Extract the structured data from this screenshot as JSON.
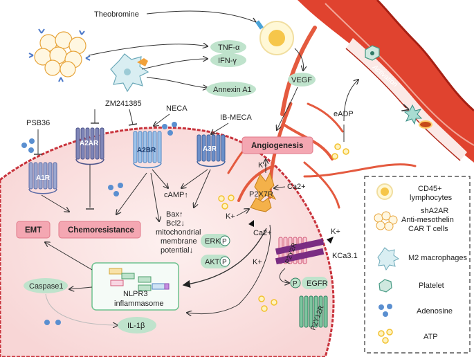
{
  "labels": {
    "theobromine": "Theobromine",
    "tnf": "TNF-α",
    "ifn": "IFN-γ",
    "annexin": "Annexin A1",
    "vegf": "VEGF",
    "zm": "ZM241385",
    "neca": "NECA",
    "psb": "PSB36",
    "ibmeca": "IB-MECA",
    "a1r": "A1R",
    "a2ar": "A2AR",
    "a2br": "A2BR",
    "a3r": "A3R",
    "angiogenesis": "Angiogenesis",
    "eadp": "eADP",
    "activation": "Activation",
    "camp": "cAMP↑",
    "bax": "Bax↑",
    "bcl2": "Bcl2↓",
    "mito1": "mitochondrial",
    "mito2": "membrane",
    "mito3": "potential↓",
    "emt": "EMT",
    "chemo": "Chemoresistance",
    "erk": "ERK",
    "akt": "AKT",
    "p": "P",
    "p2x7r": "P2X7R",
    "kplus": "K+",
    "ca2": "Ca2+",
    "p2y2r": "P2Y2R",
    "kca": "KCa3.1",
    "egfr": "EGFR",
    "p2y12r": "P2Y12R",
    "caspase": "Caspase1",
    "nlrp3_1": "NLPR3",
    "nlrp3_2": "inflammasome",
    "il1b": "IL-1β"
  },
  "legend": [
    {
      "name": "CD45+ lymphocytes",
      "lines": [
        "CD45+",
        "lymphocytes"
      ],
      "icon": "lymphocyte-icon"
    },
    {
      "name": "shA2AR CAR T cells",
      "lines": [
        "shA2AR",
        "Anti-mesothelin",
        "CAR T cells"
      ],
      "icon": "car-t-cell-icon"
    },
    {
      "name": "M2 macrophages",
      "lines": [
        "M2 macrophages"
      ],
      "icon": "macrophage-icon"
    },
    {
      "name": "Platelet",
      "lines": [
        "Platelet"
      ],
      "icon": "platelet-icon"
    },
    {
      "name": "Adenosine",
      "lines": [
        "Adenosine"
      ],
      "icon": "adenosine-icon"
    },
    {
      "name": "ATP",
      "lines": [
        "ATP"
      ],
      "icon": "atp-icon"
    }
  ],
  "colors": {
    "oval_green": "#bfe3cc",
    "pink_box": "#f4a7b2",
    "cell": "#fbe3e2",
    "membrane": "#c8323b",
    "vessel": "#e0432f",
    "receptor_blue": "#7aa3d6",
    "receptor_dark": "#7f85b7",
    "receptor_pink": "#e0627a",
    "adenosine": "#5a8fd0",
    "atp": "#f2c12e"
  }
}
